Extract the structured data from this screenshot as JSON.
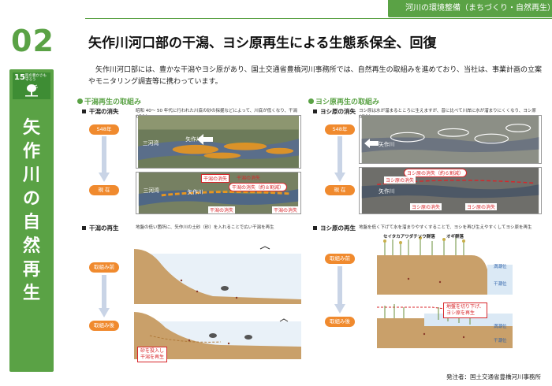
{
  "header": {
    "category_tag": "河川の環境整備（まちづくり・自然再生）"
  },
  "section": {
    "number": "02",
    "title": "矢作川河口部の干潟、ヨシ原再生による生態系保全、回復",
    "intro": "矢作川河口部には、豊かな干潟やヨシ原があり、国土交通省豊橋河川事務所では、自然再生の取組みを進めており、当社は、事業計画の立案やモニタリング調査等に携わっています。"
  },
  "sidebar": {
    "sdg_number": "15",
    "sdg_text": "陸の豊かさも守ろう",
    "vertical_title": "矢作川の自然再生"
  },
  "left": {
    "heading": "干潟再生の取組み",
    "loss": {
      "heading": "干潟の消失",
      "caption": "昭和 40～ 50 年代に行われた川底の砂の採掘などによって、川底が低くなり、干潟が減少",
      "past_label": "S48年",
      "now_label": "現 在",
      "map1_labels": [
        "三河湾",
        "矢作川"
      ],
      "map2_labels": [
        "三河湾",
        "矢作川"
      ],
      "annotations": [
        "干潟の消失",
        "干潟の消失",
        "干潟の消失（約８割減）",
        "干潟の消失",
        "干潟の消失"
      ]
    },
    "regen": {
      "heading": "干潟の再生",
      "caption": "地盤の低い箇所に、矢作川の土砂（砂）を入れることで広い干潟を再生",
      "before_label": "取組み前",
      "after_label": "取組み後",
      "note": "砂を投入し\n干潟を再生"
    }
  },
  "right": {
    "heading": "ヨシ原再生の取組み",
    "loss": {
      "heading": "ヨシ原の消失",
      "caption": "ヨシ原は水が溜まるところに生えますが、昔に比べて川岸に水が溜まりにくくなり、ヨシ原が減少",
      "past_label": "S48年",
      "now_label": "現 在",
      "map1_labels": [
        "矢作川"
      ],
      "map2_labels": [
        "矢作川"
      ],
      "annotations": [
        "ヨシ原の消失（約６割減）",
        "ヨシ原の消失",
        "ヨシ原の消失",
        "ヨシ原の消失"
      ]
    },
    "regen": {
      "heading": "ヨシ原の再生",
      "caption": "地盤を低く下げて水を溜まりやすくすることで、ヨシを再び生えやすくしてヨシ原を再生",
      "before_label": "取組み前",
      "after_label": "取組み後",
      "plant1": "セイタカアワダチソウ群落",
      "plant2": "オギ群落",
      "high_water": "満潮位",
      "low_water": "干潮位",
      "note": "地盤を切り下げ、\nヨシ原を再生"
    }
  },
  "footer": {
    "publisher": "発注者：国土交通省豊橋河川事務所"
  },
  "colors": {
    "accent": "#5aa245",
    "orange": "#f08a2e",
    "red": "#d8262a"
  }
}
